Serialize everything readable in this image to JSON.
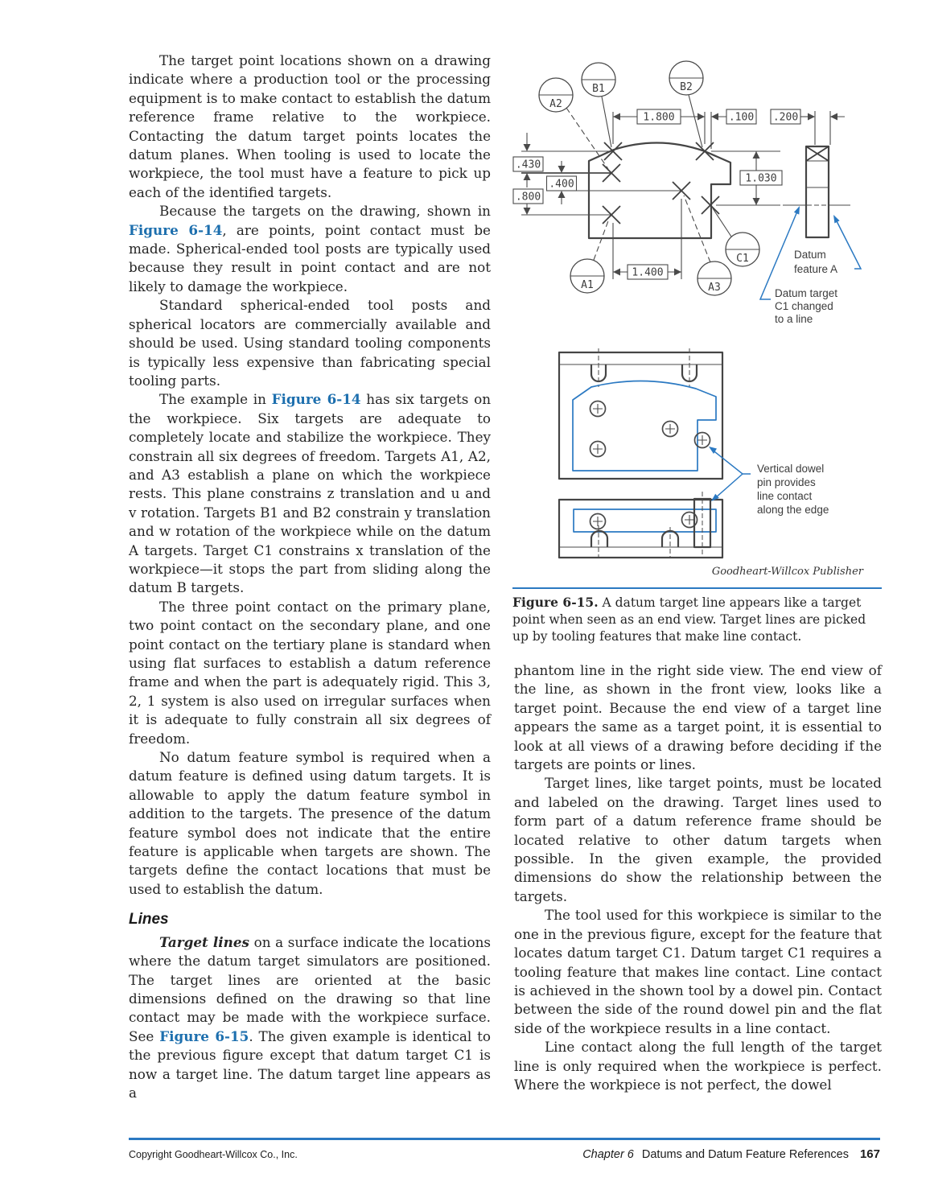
{
  "left": {
    "p1": "The target point locations shown on a drawing indicate where a production tool or the processing equipment is to make contact to establish the datum reference frame relative to the workpiece. Contacting the datum target points locates the datum planes. When tooling is used to locate the workpiece, the tool must have a feature to pick up each of the identified targets.",
    "p2a": "Because the targets on the drawing, shown in ",
    "p2_link": "Figure 6-14",
    "p2b": ", are points, point contact must be made. Spherical-ended tool posts are typically used because they result in point contact and are not likely to damage the workpiece.",
    "p3": "Standard spherical-ended tool posts and spherical locators are commercially available and should be used. Using standard tooling components is typically less expensive than fabricating special tooling parts.",
    "p4a": "The example in ",
    "p4_link": "Figure 6-14",
    "p4b": " has six targets on the workpiece. Six targets are adequate to completely locate and stabilize the workpiece. They constrain all six degrees of freedom. Targets A1, A2, and A3 establish a plane on which the workpiece rests. This plane constrains z translation and u and v rotation. Targets B1 and B2 constrain y translation and w rotation of the workpiece while on the datum A targets. Target C1 constrains x translation of the workpiece—it stops the part from sliding along the datum B targets.",
    "p5": "The three point contact on the primary plane, two point contact on the secondary plane, and one point contact on the tertiary plane is standard when using flat surfaces to establish a datum reference frame and when the part is adequately rigid. This 3, 2, 1 system is also used on irregular surfaces when it is adequate to fully constrain all six degrees of freedom.",
    "p6": "No datum feature symbol is required when a datum feature is defined using datum targets. It is allowable to apply the datum feature symbol in addition to the targets. The presence of the datum feature symbol does not indicate that the entire feature is applicable when targets are shown. The targets define the contact locations that must be used to establish the datum.",
    "heading": "Lines",
    "p7_lead": "Target lines",
    "p7a": " on a surface indicate the locations where the datum target simulators are positioned. The target lines are oriented at the basic dimensions defined on the drawing so that line contact may be made with the workpiece surface. See ",
    "p7_link": "Figure 6-15",
    "p7b": ". The given example is identical to the previous figure except that datum target C1 is now a target line. The datum target line appears as a"
  },
  "right": {
    "p1": "phantom line in the right side view. The end view of the line, as shown in the front view, looks like a target point. Because the end view of a target line appears the same as a target point, it is essential to look at all views of a drawing before deciding if the targets are points or lines.",
    "p2": "Target lines, like target points, must be located and labeled on the drawing. Target lines used to form part of a datum reference frame should be located relative to other datum targets when possible. In the given example, the provided dimensions do show the relationship between the targets.",
    "p3": "The tool used for this workpiece is similar to the one in the previous figure, except for the feature that locates datum target C1. Datum target C1 requires a tooling feature that makes line contact. Line contact is achieved in the shown tool by a dowel pin. Contact between the side of the round dowel pin and the flat side of the workpiece results in a line contact.",
    "p4": "Line contact along the full length of the target line is only required when the workpiece is perfect. Where the workpiece is not perfect, the dowel"
  },
  "figure": {
    "caption_label": "Figure 6-15.",
    "caption_text": "  A datum target line appears like a target point when seen as an end view. Target lines are picked up by tooling features that make line contact.",
    "credit": "Goodheart-Willcox Publisher",
    "balloons": {
      "a1": "A1",
      "a2": "A2",
      "a3": "A3",
      "b1": "B1",
      "b2": "B2",
      "c1": "C1"
    },
    "dims": {
      "w1800": "1.800",
      "w100": ".100",
      "w200": ".200",
      "h430": ".430",
      "h400": ".400",
      "h800": ".800",
      "h1030": "1.030",
      "w1400": "1.400"
    },
    "callout_datum_feature": [
      "Datum",
      "feature A"
    ],
    "callout_datum_target": [
      "Datum target",
      "C1 changed",
      "to a line"
    ],
    "callout_dowel": [
      "Vertical dowel",
      "pin provides",
      "line contact",
      "along the edge"
    ]
  },
  "footer": {
    "copyright": "Copyright Goodheart-Willcox Co., Inc.",
    "chapter_label": "Chapter 6",
    "chapter_title": "Datums and Datum Feature References",
    "page_number": "167"
  },
  "colors": {
    "accent_blue": "#2b79c2",
    "link_blue": "#1d6fae"
  }
}
